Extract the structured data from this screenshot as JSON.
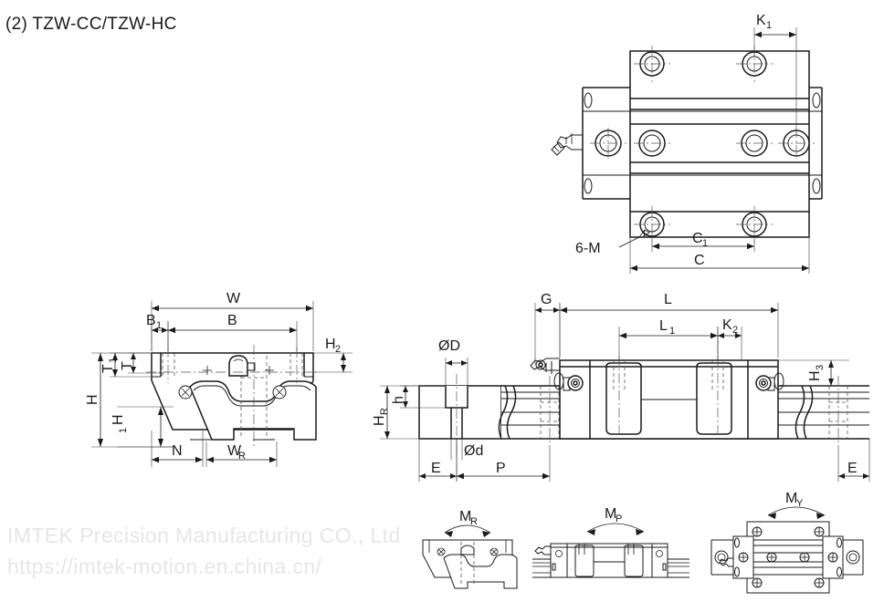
{
  "page": {
    "title": "(2) TZW-CC/TZW-HC",
    "background": "#ffffff",
    "line_color": "#1a1a1a"
  },
  "watermark": {
    "line1": "IMTEK Precision Manufacturing CO., Ltd",
    "line2": "https://imtek-motion.en.china.cn/",
    "color": "#e6e6e6"
  },
  "views": {
    "top": {
      "name": "top-view",
      "labels": {
        "k1": "K",
        "k1_sub": "1",
        "six_m": "6-M",
        "c1": "C",
        "c1_sub": "1",
        "c": "C"
      }
    },
    "front": {
      "name": "front-section-view",
      "labels": {
        "w": "W",
        "b1": "B",
        "b1_sub": "1",
        "b": "B",
        "h2": "H",
        "h2_sub": "2",
        "t1": "T",
        "t1_sub": "1",
        "t": "T",
        "h": "H",
        "h1": "H",
        "h1_sub": "1",
        "n": "N",
        "wr": "W",
        "wr_sub": "R"
      }
    },
    "side": {
      "name": "side-view",
      "labels": {
        "g": "G",
        "l": "L",
        "l1": "L",
        "l1_sub": "1",
        "k2": "K",
        "k2_sub": "2",
        "h3": "H",
        "h3_sub": "3",
        "od_big": "ØD",
        "od_small": "Ød",
        "hr": "H",
        "hr_sub": "R",
        "h_small": "h",
        "e_left": "E",
        "p": "P",
        "e_right": "E"
      }
    },
    "moments": [
      {
        "name": "moment-mr",
        "label": "M",
        "sub": "R"
      },
      {
        "name": "moment-mp",
        "label": "M",
        "sub": "P"
      },
      {
        "name": "moment-my",
        "label": "M",
        "sub": "Y"
      }
    ]
  }
}
